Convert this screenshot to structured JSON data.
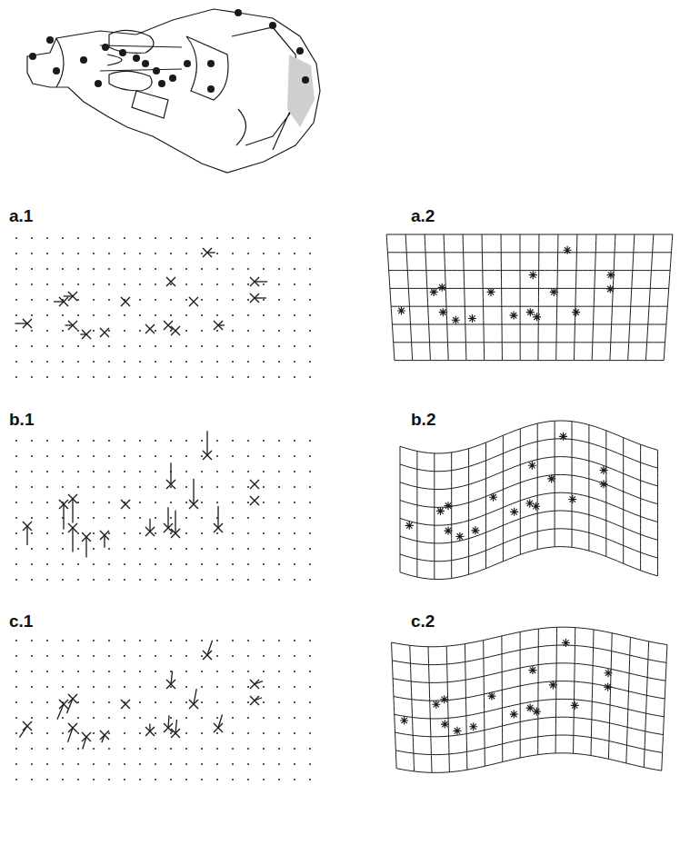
{
  "diagram": {
    "labels": [
      "a.1",
      "a.2",
      "b.1",
      "b.2",
      "c.1",
      "c.2"
    ]
  }
}
